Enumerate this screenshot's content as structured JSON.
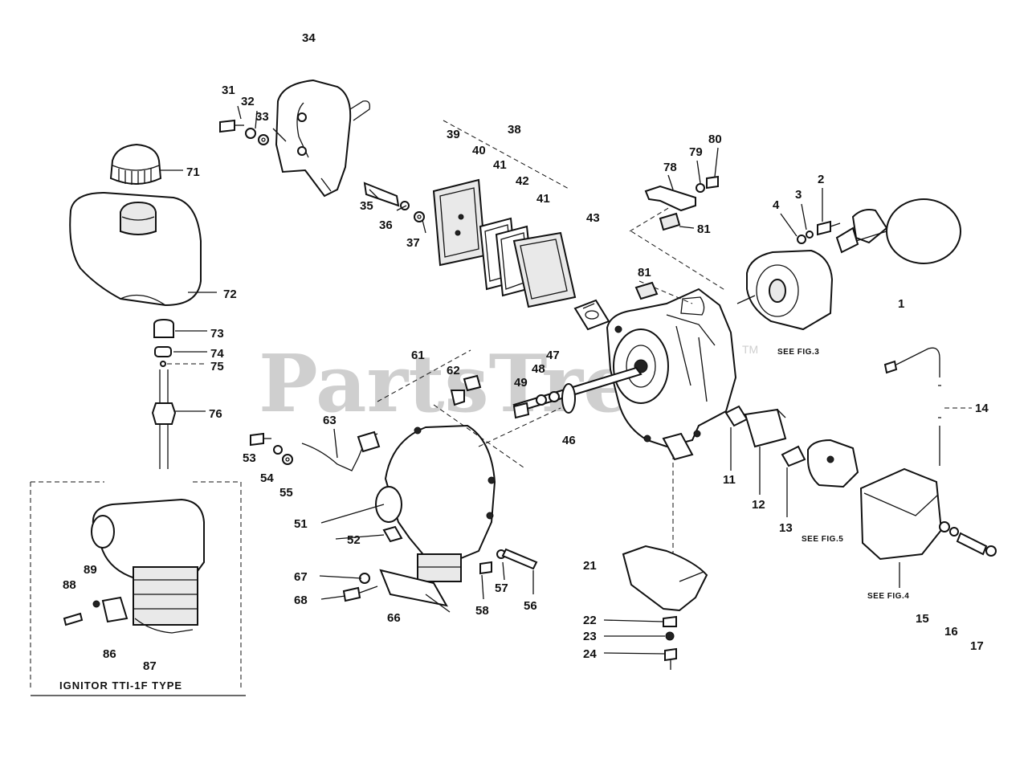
{
  "watermark": {
    "brand": "PartsTree",
    "trademark": "TM"
  },
  "inset_caption": "IGNITOR TTI-1F TYPE",
  "see_notes": {
    "fig3": "SEE FIG.3",
    "fig4": "SEE FIG.4",
    "fig5": "SEE FIG.5"
  },
  "callouts": {
    "c1": "1",
    "c2": "2",
    "c3": "3",
    "c4": "4",
    "c11": "11",
    "c12": "12",
    "c13": "13",
    "c14": "14",
    "c15": "15",
    "c16": "16",
    "c17": "17",
    "c21": "21",
    "c22": "22",
    "c23": "23",
    "c24": "24",
    "c31": "31",
    "c32": "32",
    "c33": "33",
    "c34": "34",
    "c35": "35",
    "c36": "36",
    "c37": "37",
    "c38": "38",
    "c39": "39",
    "c40": "40",
    "c41a": "41",
    "c41b": "41",
    "c42": "42",
    "c43": "43",
    "c46": "46",
    "c47": "47",
    "c48": "48",
    "c49": "49",
    "c51": "51",
    "c52": "52",
    "c53": "53",
    "c54": "54",
    "c55": "55",
    "c56": "56",
    "c57": "57",
    "c58": "58",
    "c61": "61",
    "c62": "62",
    "c63": "63",
    "c66": "66",
    "c67": "67",
    "c68": "68",
    "c71": "71",
    "c72": "72",
    "c73": "73",
    "c74": "74",
    "c75": "75",
    "c76": "76",
    "c78": "78",
    "c79": "79",
    "c80": "80",
    "c81a": "81",
    "c81b": "81",
    "c86": "86",
    "c87": "87",
    "c88": "88",
    "c89": "89"
  }
}
